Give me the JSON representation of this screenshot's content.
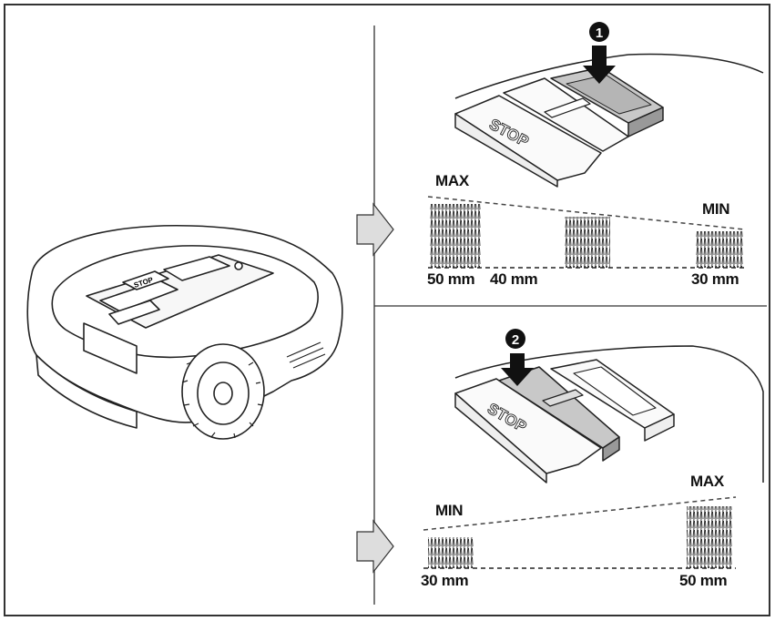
{
  "figure": {
    "step1": {
      "number": "1",
      "button_text": "STOP",
      "max_label": "MAX",
      "min_label": "MIN",
      "heights": [
        "50 mm",
        "40 mm",
        "30 mm"
      ]
    },
    "step2": {
      "number": "2",
      "button_text": "STOP",
      "min_label": "MIN",
      "max_label": "MAX",
      "heights": [
        "30 mm",
        "50 mm"
      ]
    },
    "mower": {
      "panel_text": "STOP"
    }
  },
  "colors": {
    "line": "#222222",
    "arrow_fill": "#dddddd",
    "pressed_button": "#aaaaaa"
  }
}
